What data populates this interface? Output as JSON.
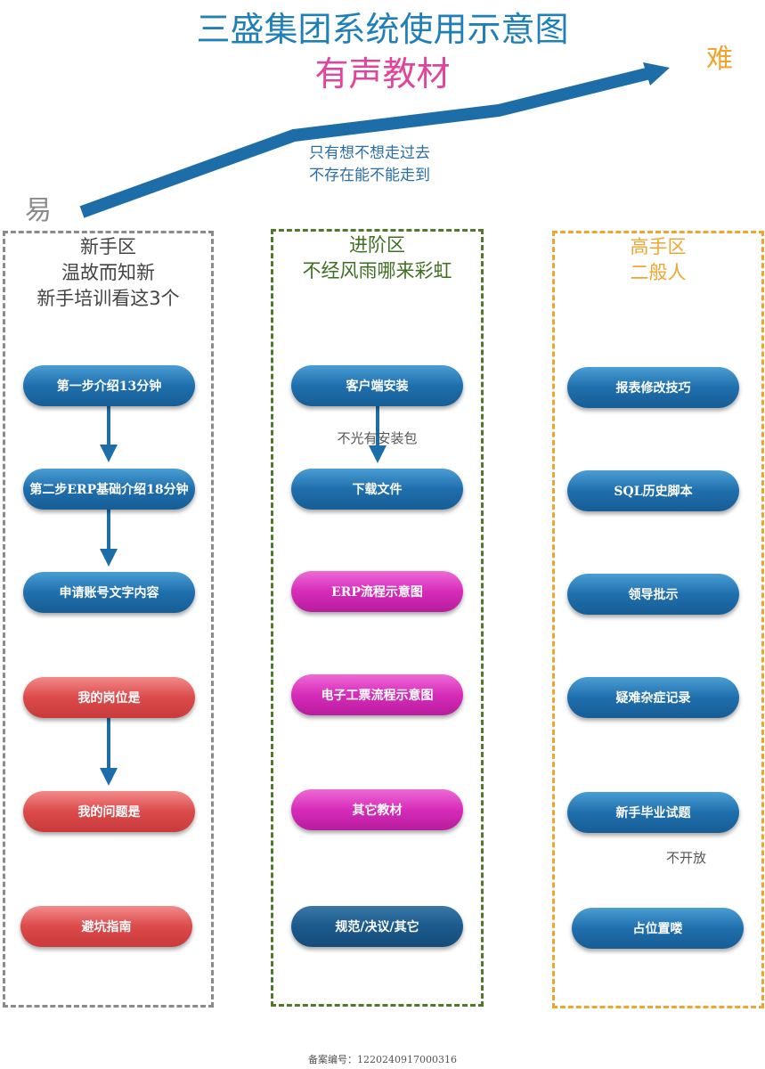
{
  "header": {
    "title": "三盛集团系统使用示意图",
    "subtitle": "有声教材"
  },
  "difficulty": {
    "easy": "易",
    "hard": "难",
    "motto_line1": "只有想不想走过去",
    "motto_line2": "不存在能不能走到"
  },
  "zones": {
    "beginner": {
      "name": "新手区",
      "line2": "温故而知新",
      "line3": "新手培训看这3个",
      "color": "#8a8a8a",
      "items": [
        "第一步介绍13分钟",
        "第二步ERP基础介绍18分钟",
        "申请账号文字内容",
        "我的岗位是",
        "我的问题是",
        "避坑指南"
      ]
    },
    "advanced": {
      "name": "进阶区",
      "line2": "不经风雨哪来彩虹",
      "color": "#4f7a2b",
      "items": [
        "客户端安装",
        "下载文件",
        "ERP流程示意图",
        "电子工票流程示意图",
        "其它教材",
        "规范/决议/其它"
      ],
      "note": "不光有安装包"
    },
    "expert": {
      "name": "高手区",
      "line2": "二般人",
      "color": "#f0a531",
      "items": [
        "报表修改技巧",
        "SQL历史脚本",
        "领导批示",
        "疑难杂症记录",
        "新手毕业试题",
        "占位置喽"
      ],
      "note": "不开放"
    }
  },
  "footer": {
    "text": "备案编号：1220240917000316"
  },
  "colors": {
    "blue_button": "#1f6fad",
    "red_button": "#dc4a4a",
    "magenta_button": "#d62cb9",
    "arrow": "#1d6ea8"
  }
}
